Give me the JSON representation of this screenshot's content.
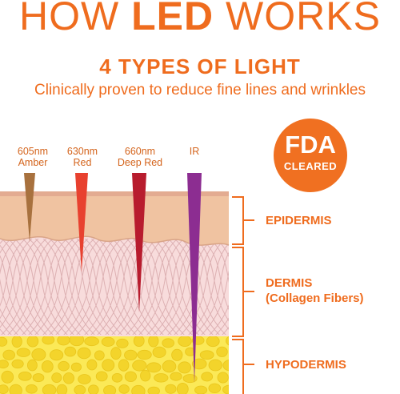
{
  "header": {
    "title_part1": "HOW ",
    "title_part2": "LED",
    "title_part3": " WORKS",
    "subtitle": "4 TYPES OF LIGHT",
    "tagline": "Clinically proven to reduce fine lines and wrinkles"
  },
  "badge": {
    "line1": "FDA",
    "line2": "CLEARED"
  },
  "lights": [
    {
      "wavelength": "605nm",
      "name": "Amber",
      "color": "#a8713e"
    },
    {
      "wavelength": "630nm",
      "name": "Red",
      "color": "#e8412f"
    },
    {
      "wavelength": "660nm",
      "name": "Deep Red",
      "color": "#b81c2e"
    },
    {
      "wavelength": "",
      "name": "IR",
      "color": "#8c2d91"
    }
  ],
  "layers": [
    {
      "name": "EPIDERMIS",
      "sub": ""
    },
    {
      "name": "DERMIS",
      "sub": "(Collagen Fibers)"
    },
    {
      "name": "HYPODERMIS",
      "sub": ""
    }
  ],
  "colors": {
    "accent": "#ef6c1e",
    "epidermis": "#f0c3a1",
    "dermis": "#f8dcdc",
    "hypodermis": "#fbe957",
    "fat_cell": "#f3d42b"
  }
}
